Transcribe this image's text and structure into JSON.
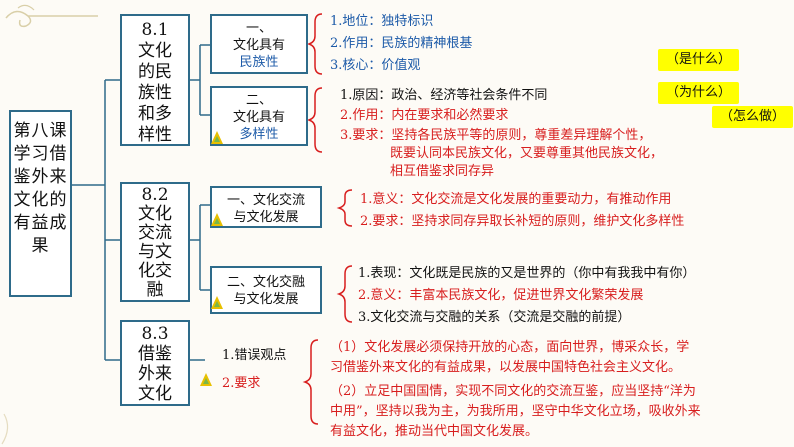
{
  "main_title": [
    "第八课",
    "学习借",
    "鉴外来",
    "文化的",
    "有益成",
    "果"
  ],
  "sec1": {
    "title": [
      "8.1",
      "文化",
      "的民",
      "族性",
      "和多",
      "样性"
    ],
    "sub1": {
      "lines": [
        "一、",
        "文化具有"
      ],
      "em": "民族性",
      "items": [
        "1.地位：独特标识",
        "2.作用：民族的精神根基",
        "3.核心：价值观"
      ]
    },
    "sub2": {
      "lines": [
        "二、",
        "文化具有"
      ],
      "em": "多样性",
      "item1": "1.原因：政治、经济等社会条件不同",
      "item2": "2.作用：内在要求和必然要求",
      "item3a": "3.要求：坚持各民族平等的原则，尊重差异理解个性，",
      "item3b": "既要认同本民族文化，又要尊重其他民族文化，",
      "item3c": "相互借鉴求同存异"
    }
  },
  "sec2": {
    "title": [
      "8.2",
      "文化",
      "交流",
      "与文",
      "化交",
      "融"
    ],
    "sub1": {
      "lines": [
        "一、文化交流",
        "与文化发展"
      ],
      "item1": "1.意义：文化交流是文化发展的重要动力，有推动作用",
      "item2": "2.要求：坚持求同存异取长补短的原则，维护文化多样性"
    },
    "sub2": {
      "lines": [
        "二、文化交融",
        "与文化发展"
      ],
      "item1": "1.表现：文化既是民族的又是世界的（你中有我我中有你）",
      "item2": "2.意义：丰富本民族文化，促进世界文化繁荣发展",
      "item3": "3.文化交流与交融的关系（交流是交融的前提）"
    }
  },
  "sec3": {
    "title": [
      "8.3",
      "借鉴",
      "外来",
      "文化"
    ],
    "item1": "1.错误观点",
    "item2": "2.要求",
    "p1": [
      "（1）文化发展必须保持开放的心态，面向世界，博采众长，学",
      "习借鉴外来文化的有益成果，以发展中国特色社会主义文化。"
    ],
    "p2": [
      "（2）立足中国国情，实现不同文化的交流互鉴，应当坚持“洋为",
      "中用”，坚持以我为主，为我所用，坚守中华文化立场，吸收外来",
      "有益文化，推动当代中国文化发展。"
    ]
  },
  "tags": {
    "what": "（是什么）",
    "why": "（为什么）",
    "how": "（怎么做）"
  },
  "colors": {
    "box_border": "#2e6b8a",
    "accent_blue": "#1c5aa8",
    "accent_red": "#d81e1e",
    "highlight": "#ffff00"
  }
}
